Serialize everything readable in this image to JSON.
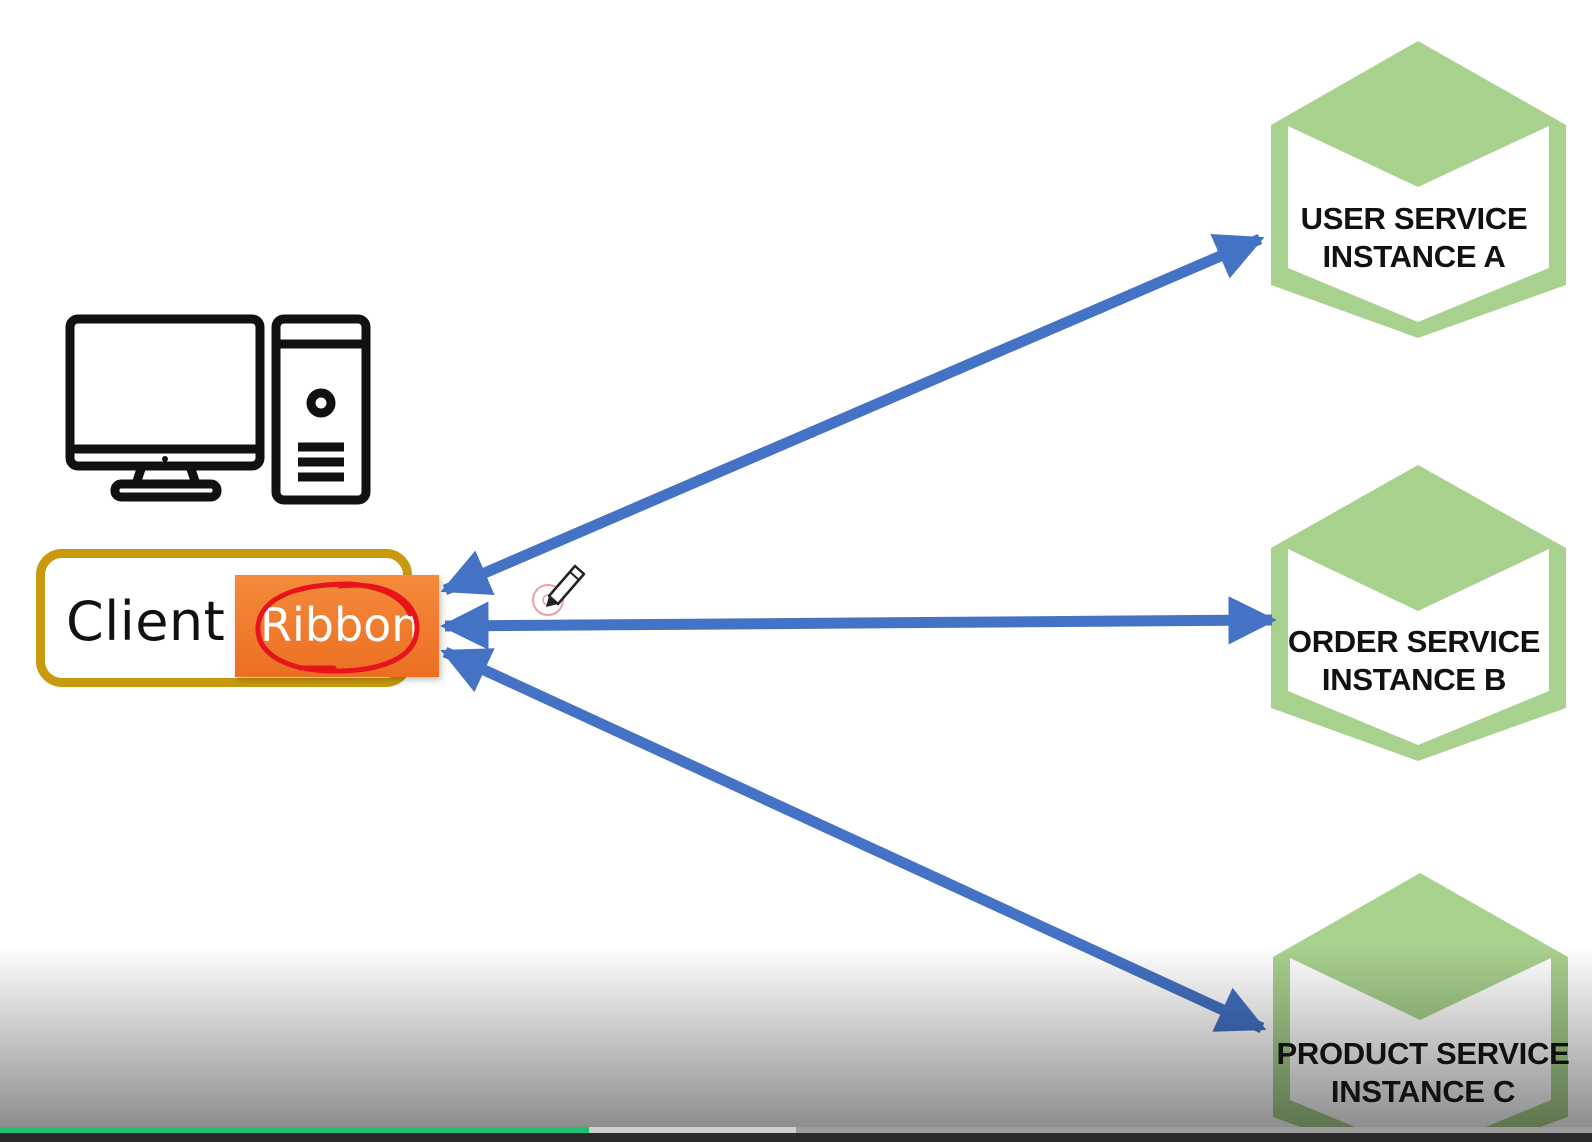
{
  "diagram": {
    "client": {
      "label": "Client"
    },
    "ribbon": {
      "label": "Ribbon"
    },
    "services": [
      {
        "line1": "USER SERVICE",
        "line2": "INSTANCE A"
      },
      {
        "line1": "ORDER SERVICE",
        "line2": "INSTANCE B"
      },
      {
        "line1": "PRODUCT SERVICE",
        "line2": "INSTANCE C"
      }
    ],
    "colors": {
      "arrow": "#4472C4",
      "hexagon": "#A9D18E",
      "client_border": "#C99A0E",
      "ribbon_fill": "#ED7D31",
      "annotation": "#E8141B"
    },
    "icons": [
      "desktop-computer-icon",
      "pen-cursor-icon"
    ]
  },
  "player": {
    "progress_fraction": 0.37,
    "buffered_fraction": 0.5
  }
}
